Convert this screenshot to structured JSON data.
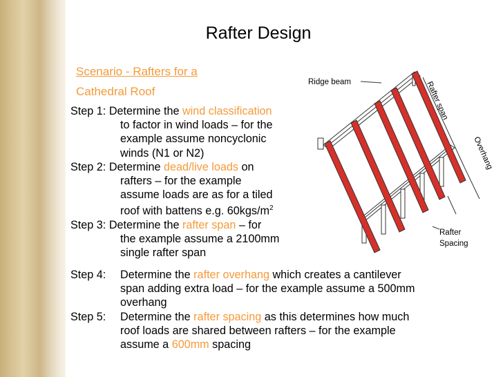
{
  "title": "Rafter Design",
  "scenario": {
    "line1": "Scenario - Rafters for a",
    "line2": "Cathedral Roof"
  },
  "steps": [
    {
      "label": "Step 1:",
      "pre": "Determine the ",
      "hl": "wind classification",
      "post": "",
      "cont": [
        "to factor in wind loads – for the",
        "example assume noncyclonic",
        "winds (N1 or N2)"
      ]
    },
    {
      "label": "Step 2:",
      "pre": "Determine ",
      "hl": "dead/live loads",
      "post": " on",
      "cont": [
        "rafters – for the example",
        "assume loads are as for a tiled"
      ],
      "last_pre": "roof with battens e.g. 60kgs/m",
      "last_sup": "2"
    },
    {
      "label": "Step 3:",
      "pre": "Determine the ",
      "hl": "rafter span",
      "post": " – for",
      "cont": [
        "the example assume a 2100mm",
        "single rafter span"
      ]
    }
  ],
  "steps_lower": [
    {
      "label": "Step 4:",
      "pre": "Determine the ",
      "hl": "rafter overhang",
      "post": " which creates a cantilever",
      "cont": [
        "span adding  extra load – for the example assume a 500mm",
        "overhang"
      ]
    },
    {
      "label": "Step 5:",
      "pre": "Determine the ",
      "hl": "rafter spacing",
      "post": " as this determines how much",
      "cont": [
        "roof loads are shared between rafters – for the example"
      ],
      "last_pre": "assume a ",
      "last_hl": "600mm",
      "last_post": " spacing"
    }
  ],
  "diagram": {
    "ridge_beam": "Ridge beam",
    "rafter_span": "Rafter span",
    "overhang": "Overhang",
    "spacing_1": "Rafter",
    "spacing_2": "Spacing"
  },
  "colors": {
    "accent": "#f59a3a",
    "rafter": "#d6302a"
  }
}
